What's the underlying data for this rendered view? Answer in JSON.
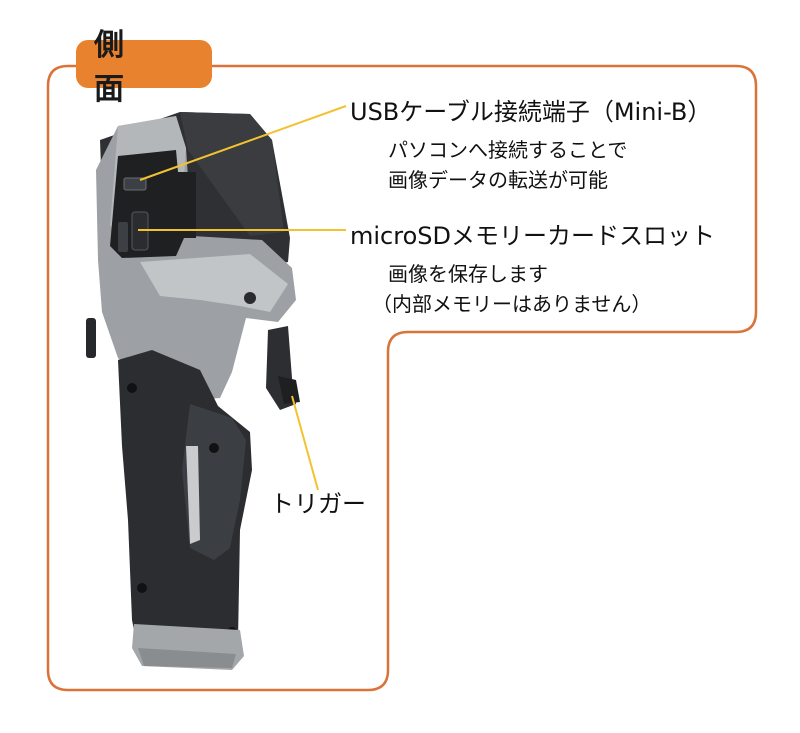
{
  "section_badge": "側　面",
  "callouts": {
    "usb": {
      "title": "USBケーブル接続端子（Mini-B）",
      "line1": "パソコンへ接続することで",
      "line2": "画像データの転送が可能"
    },
    "microsd": {
      "title": "microSDメモリーカードスロット",
      "line1": "画像を保存します",
      "line2": "（内部メモリーはありません）"
    },
    "trigger": {
      "title": "トリガー"
    }
  },
  "colors": {
    "frame": "#d9733a",
    "badge": "#e8822f",
    "leader": "#f2c230"
  }
}
